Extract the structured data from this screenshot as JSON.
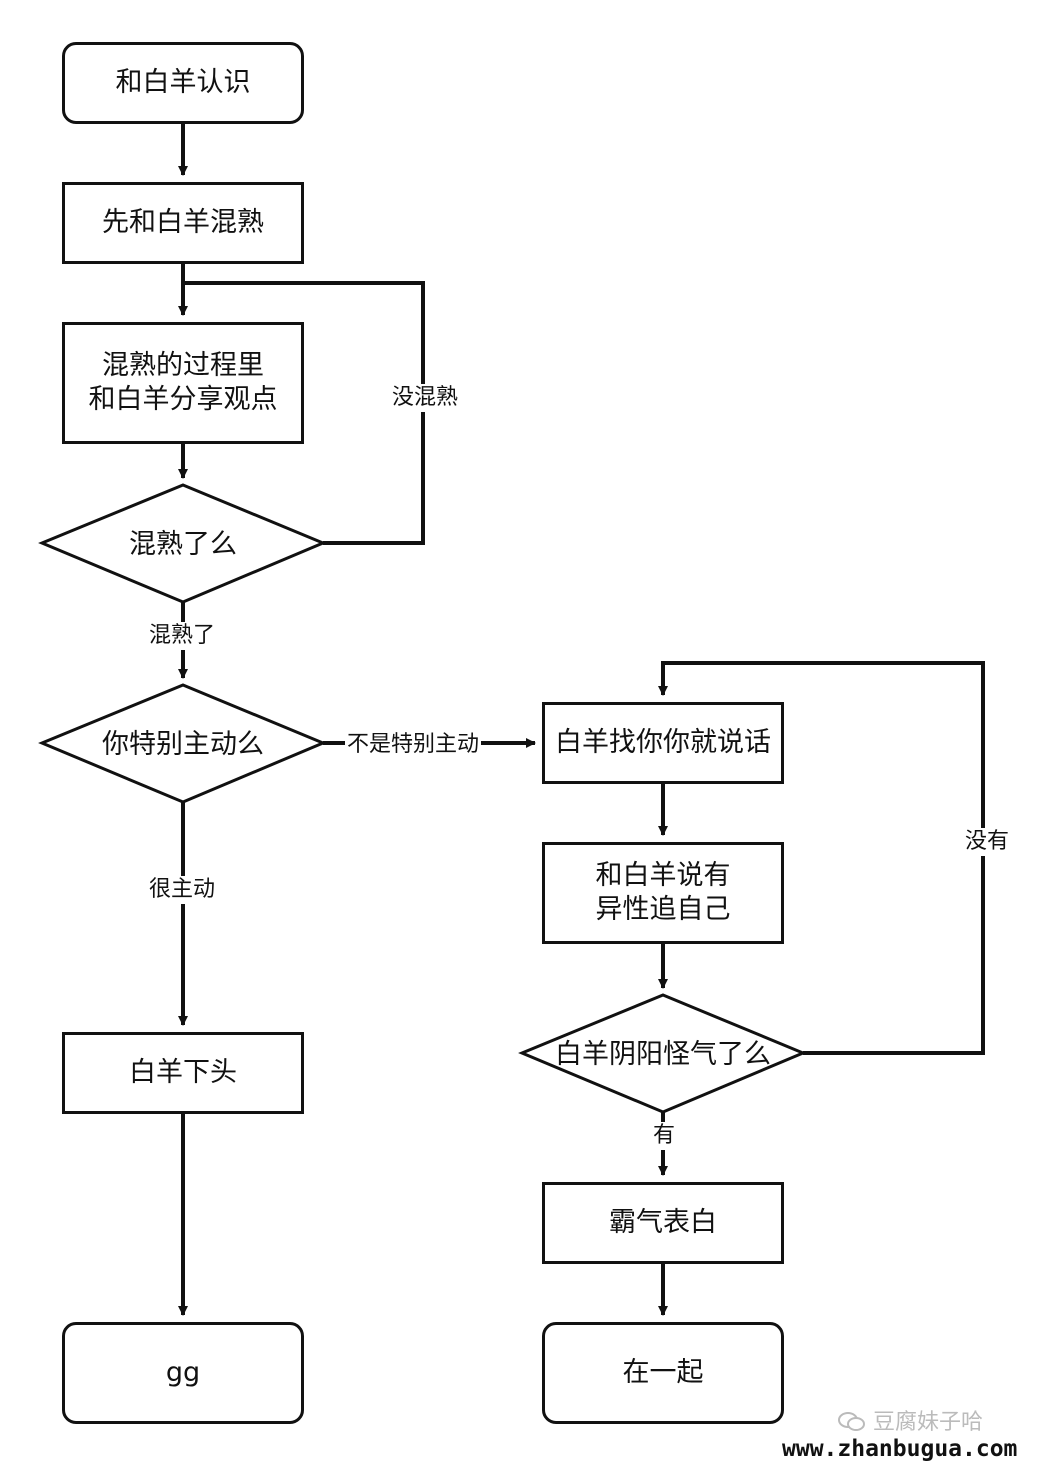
{
  "nodes": {
    "meet": "和白羊认识",
    "get_familiar": "先和白羊混熟",
    "share_views": "混熟的过程里\n和白羊分享观点",
    "familiar_q": "混熟了么",
    "proactive_q": "你特别主动么",
    "turned_off": "白羊下头",
    "gg": "gg",
    "talk_when_found": "白羊找你你就说话",
    "mention_suitors": "和白羊说有\n异性追自己",
    "sarcastic_q": "白羊阴阳怪气了么",
    "confess": "霸气表白",
    "together": "在一起"
  },
  "edges": {
    "not_familiar": "没混熟",
    "familiar": "混熟了",
    "very_proactive": "很主动",
    "not_very_proactive": "不是特别主动",
    "no": "没有",
    "yes": "有"
  },
  "watermark": {
    "account": "豆腐妹子哈",
    "site": "www.zhanbugua.com"
  }
}
